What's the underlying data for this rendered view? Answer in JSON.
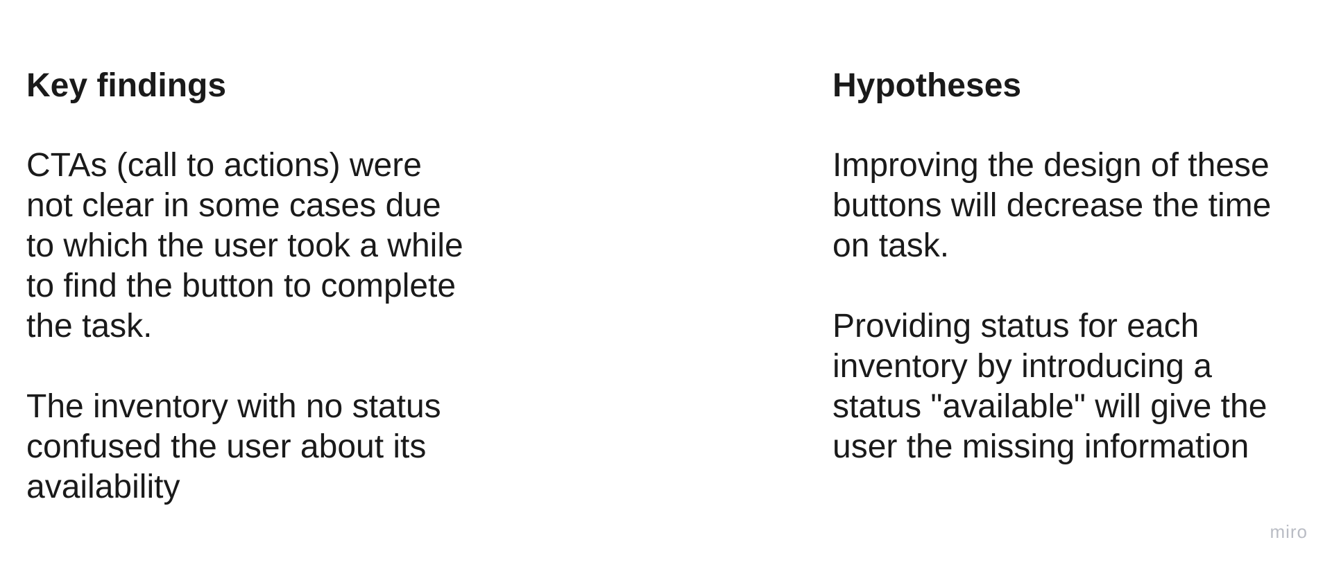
{
  "left": {
    "heading": "Key findings",
    "paragraphs": [
      "CTAs (call to actions) were\nnot clear in some cases due\nto which the user took a while\nto find the button to complete\nthe task.",
      "The inventory with no status\nconfused the user about its\navailability"
    ]
  },
  "right": {
    "heading": "Hypotheses",
    "paragraphs": [
      "Improving the design of these\nbuttons will decrease the time\non task.",
      "Providing status for each\ninventory by introducing a\nstatus \"available\" will give the\nuser the missing information"
    ]
  },
  "watermark": "miro"
}
